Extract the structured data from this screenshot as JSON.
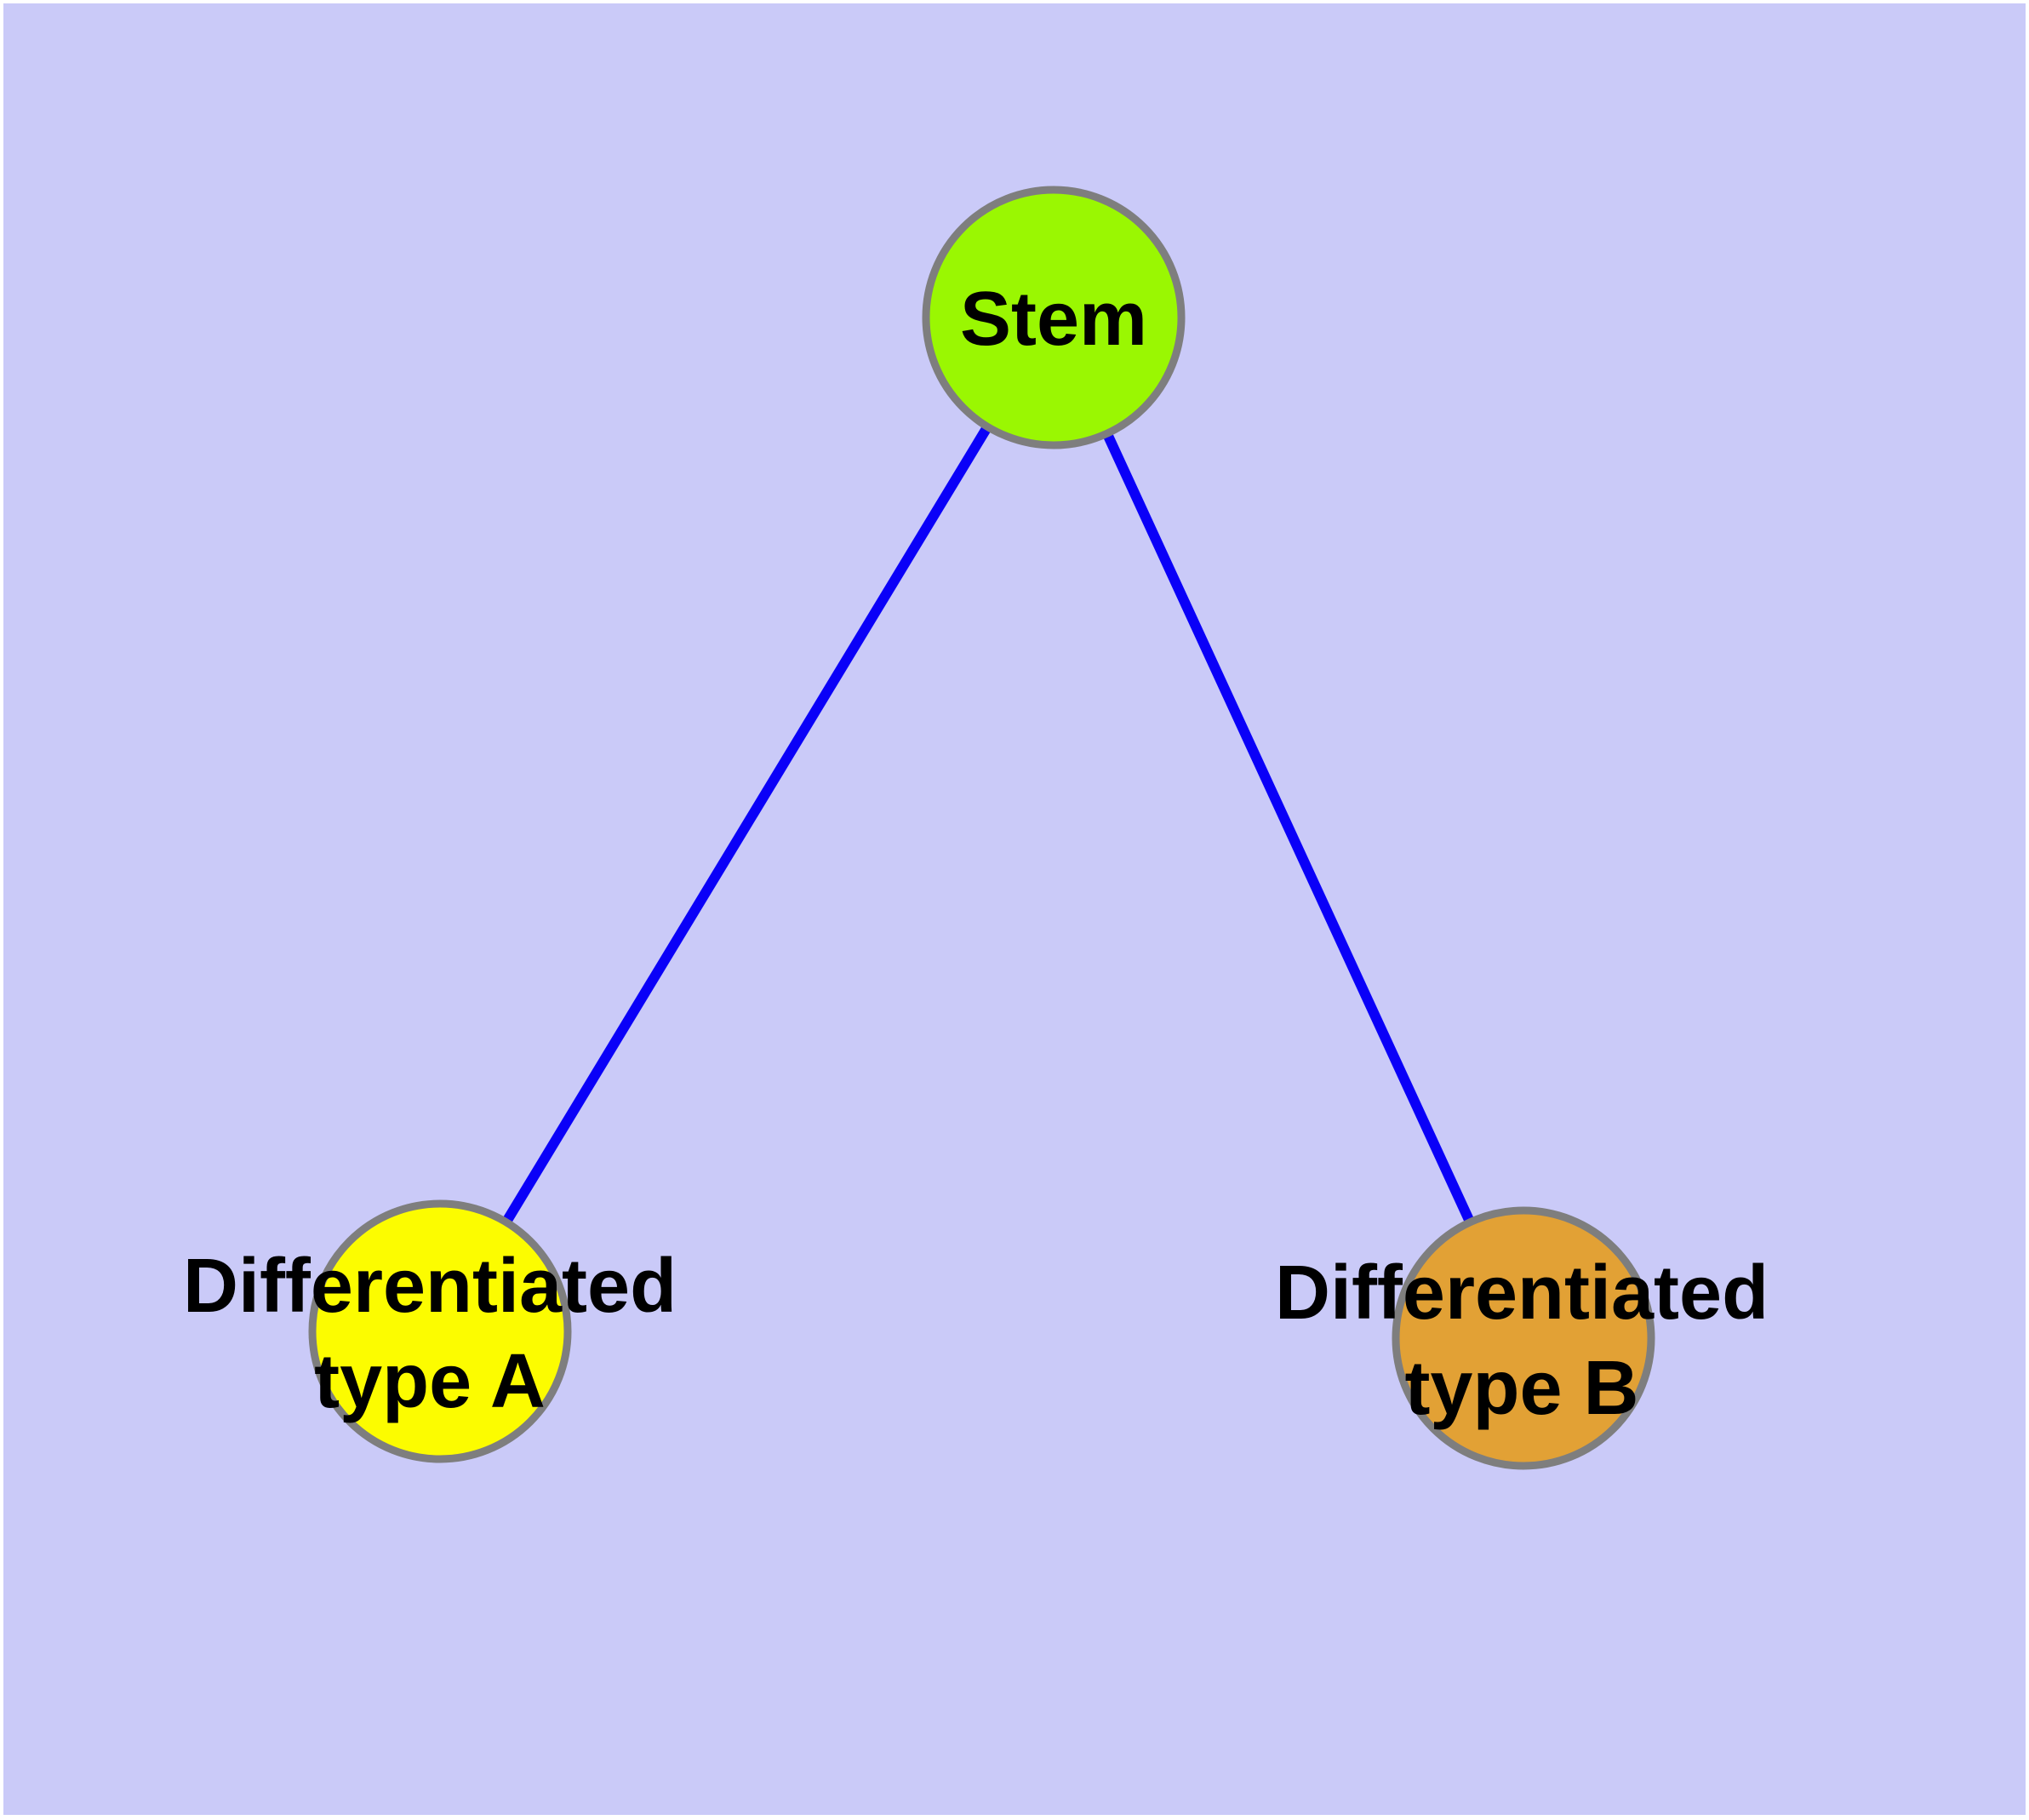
{
  "diagram": {
    "kind": "graph-plot",
    "background_color": "#CACAF8",
    "frame_color": "#FFFFFF",
    "edge_color": "#0A00F8",
    "node_border_color": "#7E7E7E",
    "label_color": "#000000",
    "nodes": {
      "stem": {
        "label": "Stem",
        "color": "#9AF702"
      },
      "type_a": {
        "label_line1": "Differentiated",
        "label_line2": "type A",
        "label_full": "Differentiated type A",
        "color": "#FCFC00"
      },
      "type_b": {
        "label_line1": "Differentiated",
        "label_line2": "type B",
        "label_full": "Differentiated type B",
        "color": "#E2A135"
      }
    },
    "edges": [
      {
        "from": "Stem",
        "to": "Differentiated type A"
      },
      {
        "from": "Stem",
        "to": "Differentiated type B"
      }
    ]
  }
}
